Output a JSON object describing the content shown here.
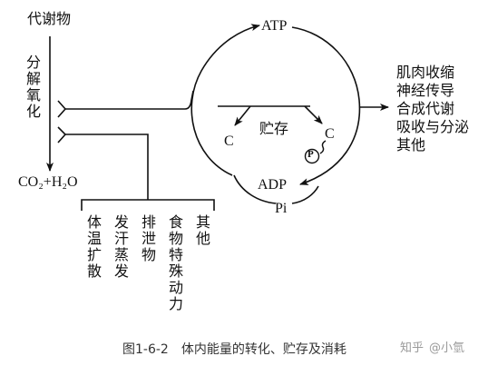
{
  "diagram": {
    "metabolite_label": "代谢物",
    "oxidation_label": "分解氧化",
    "product_label": "CO₂+H₂O",
    "atp_label": "ATP",
    "adp_label": "ADP",
    "pi_label": "Pi",
    "storage_label": "贮存",
    "c_left_label": "C",
    "c_right_label": "C",
    "phosphate_symbol": "P",
    "heat_outputs": [
      "体温扩散",
      "发汗蒸发",
      "排泄物",
      "食物特殊动力",
      "其他"
    ],
    "energy_uses": [
      "肌肉收缩",
      "神经传导",
      "合成代谢",
      "吸收与分泌",
      "其他"
    ]
  },
  "caption": {
    "number": "图1-6-2",
    "title": "体内能量的转化、贮存及消耗"
  },
  "watermark": {
    "site": "知乎",
    "author": "@小氫"
  },
  "colors": {
    "ink": "#111111",
    "caption": "#333333",
    "watermark": "#9a9a9a"
  }
}
